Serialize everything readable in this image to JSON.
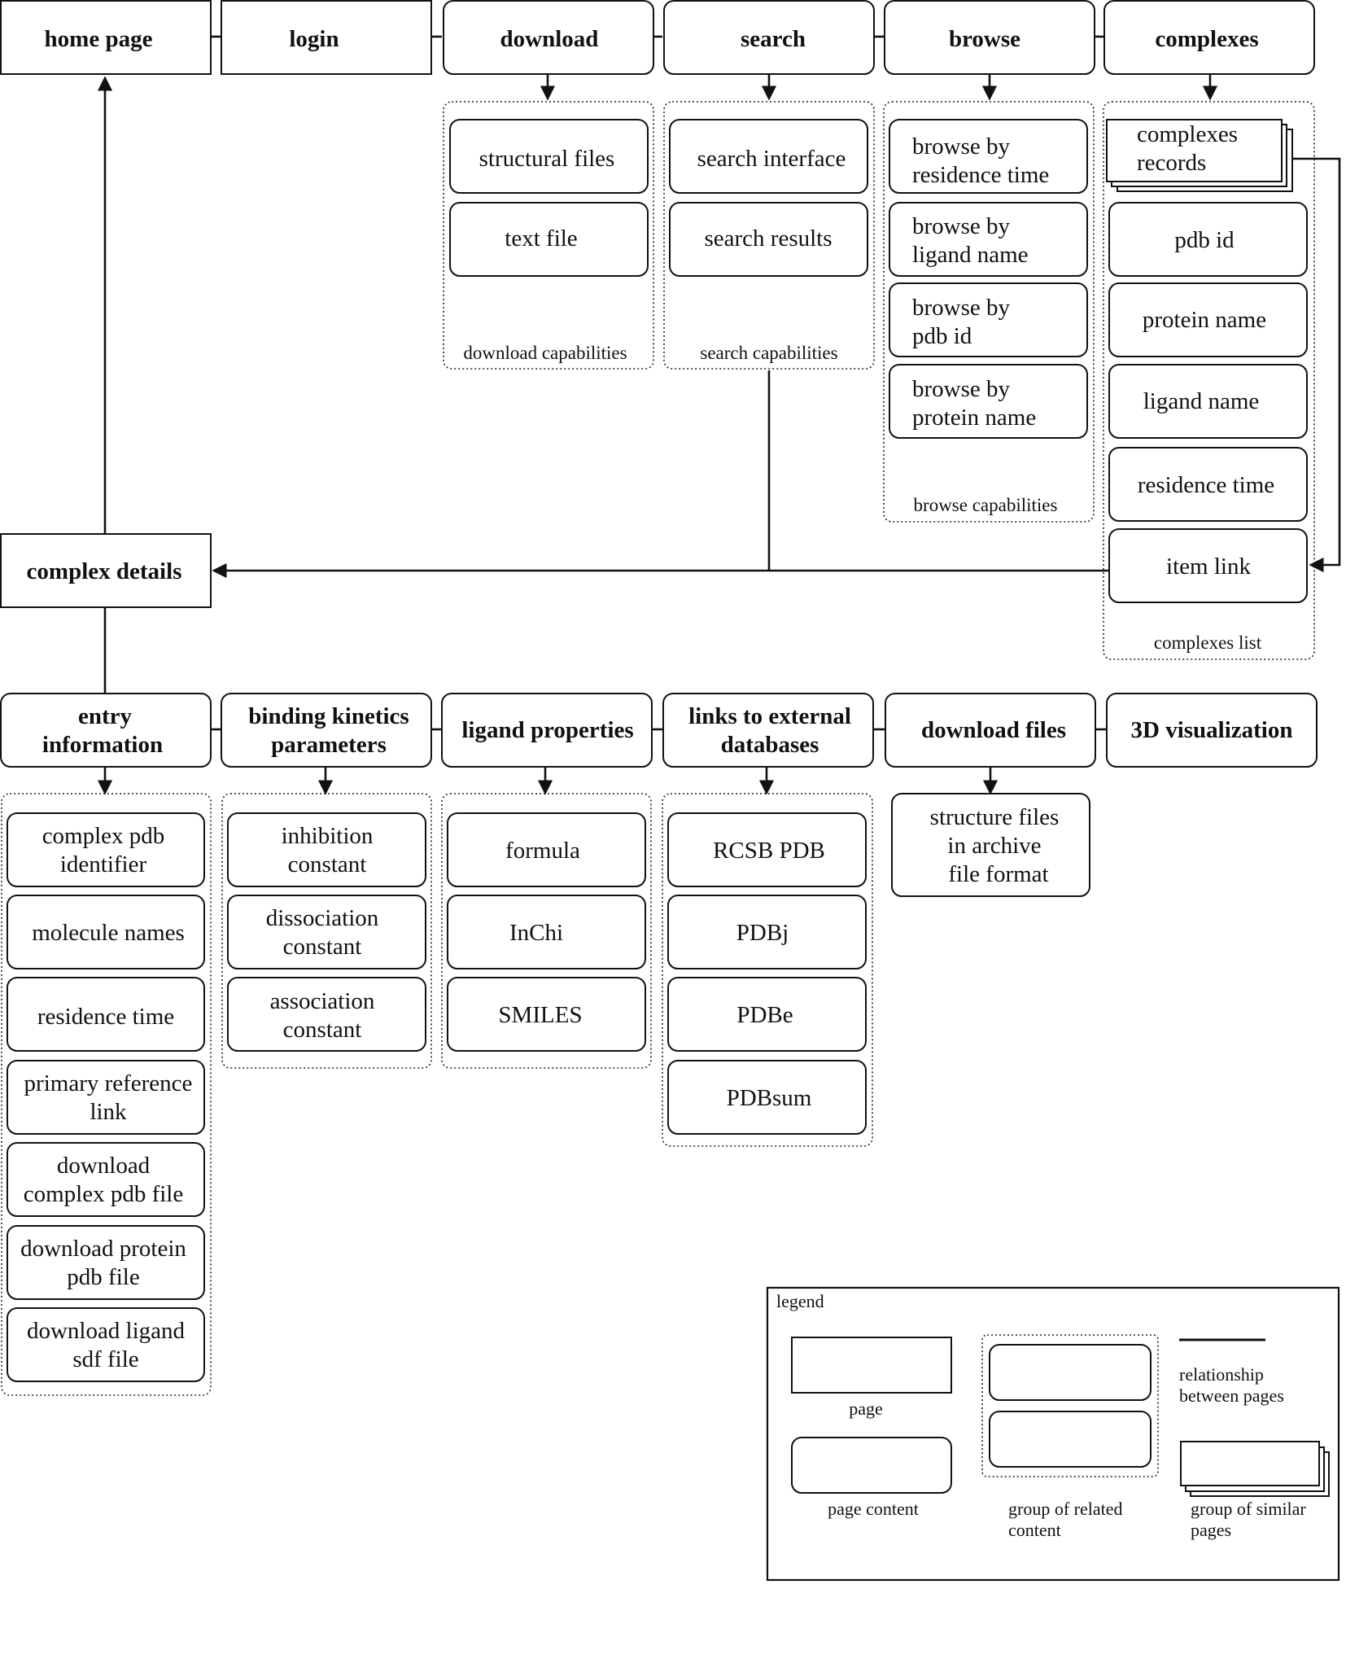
{
  "top_nav": {
    "home": "home page",
    "login": "login",
    "download": "download",
    "search": "search",
    "browse": "browse",
    "complexes": "complexes"
  },
  "download_group": {
    "caption": "download capabilities",
    "items": [
      "structural files",
      "text file"
    ]
  },
  "search_group": {
    "caption": "search capabilities",
    "items": [
      "search interface",
      "search results"
    ]
  },
  "browse_group": {
    "caption": "browse capabilities",
    "items": [
      [
        "browse by",
        "residence time"
      ],
      [
        "browse by",
        "ligand name"
      ],
      [
        "browse by",
        "pdb id"
      ],
      [
        "browse by",
        "protein name"
      ]
    ]
  },
  "complexes_group": {
    "caption": "complexes list",
    "records": [
      "complexes",
      "records"
    ],
    "items": [
      "pdb id",
      "protein name",
      "ligand name",
      "residence time",
      "item link"
    ]
  },
  "complex_details": "complex details",
  "detail_nav": {
    "entry": [
      "entry",
      "information"
    ],
    "kinetics": [
      "binding kinetics",
      "parameters"
    ],
    "ligand": "ligand properties",
    "links": [
      "links to external",
      "databases"
    ],
    "download": "download files",
    "viz": "3D visualization"
  },
  "entry_group": {
    "items": [
      [
        "complex pdb",
        "identifier"
      ],
      [
        "molecule names"
      ],
      [
        "residence time"
      ],
      [
        "primary reference",
        "link"
      ],
      [
        "download",
        "complex pdb file"
      ],
      [
        "download protein",
        "pdb file"
      ],
      [
        "download ligand",
        "sdf file"
      ]
    ]
  },
  "kinetics_group": {
    "items": [
      [
        "inhibition",
        "constant"
      ],
      [
        "dissociation",
        "constant"
      ],
      [
        "association",
        "constant"
      ]
    ]
  },
  "ligand_group": {
    "items": [
      "formula",
      "InChi",
      "SMILES"
    ]
  },
  "links_group": {
    "items": [
      "RCSB PDB",
      "PDBj",
      "PDBe",
      "PDBsum"
    ]
  },
  "download_files_item": [
    "structure files",
    "in archive",
    "file format"
  ],
  "legend": {
    "title": "legend",
    "page": "page",
    "page_content": "page content",
    "group_related": [
      "group of related",
      "content"
    ],
    "relationship": [
      "relationship",
      "between pages"
    ],
    "group_similar": [
      "group of similar",
      "pages"
    ]
  }
}
